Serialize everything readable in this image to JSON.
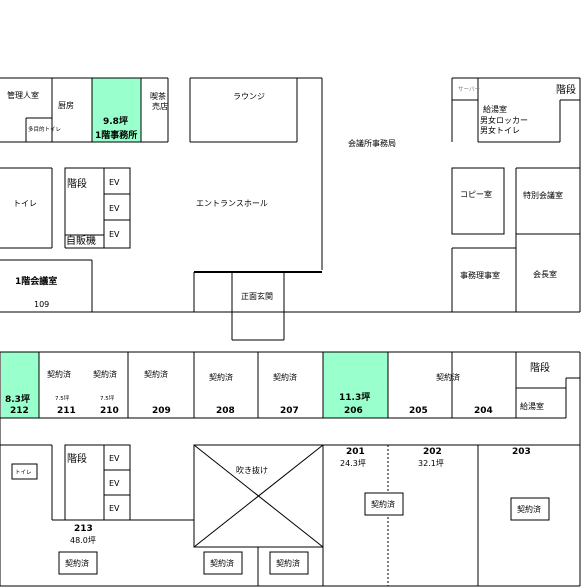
{
  "floor1": {
    "kanri": "管理人室",
    "chubo": "厨房",
    "tashoku_toilet": "多目的トイレ",
    "tenant_area": "9.8坪",
    "tenant_label": "1階事務所",
    "kissa_1": "喫茶",
    "kissa_2": "売店",
    "lounge": "ラウンジ",
    "server": "サーバー",
    "stairs_ne": "階段",
    "kyuto": "給湯室",
    "locker": "男女ロッカー",
    "toilet_mf": "男女トイレ",
    "office": "会議所事務局",
    "toilet": "トイレ",
    "stairs": "階段",
    "ev1": "EV",
    "ev2": "EV",
    "ev3": "EV",
    "vending": "自販機",
    "entrance_hall": "エントランスホール",
    "copy": "コピー室",
    "special_conf": "特別会議室",
    "conf_room": "1階会議室",
    "conf_no": "109",
    "main_entrance": "正面玄関",
    "jimukyoku_cho": "事務理事室",
    "kaicho": "会長室"
  },
  "floor2": {
    "r212_area": "8.3坪",
    "r212": "212",
    "r211_status": "契約済",
    "r211_area": "7.5坪",
    "r211": "211",
    "r210_status": "契約済",
    "r210_area": "7.5坪",
    "r210": "210",
    "r209_status": "契約済",
    "r209": "209",
    "r208_status": "契約済",
    "r208": "208",
    "r207_status": "契約済",
    "r207": "207",
    "r206_area": "11.3坪",
    "r206": "206",
    "r205_status": "契約済",
    "r205": "205",
    "r204": "204",
    "stairs_e": "階段",
    "kyuto": "給湯室",
    "toilet": "トイレ",
    "stairs": "階段",
    "ev1": "EV",
    "ev2": "EV",
    "ev3": "EV",
    "void": "吹き抜け",
    "r201": "201",
    "r201_area": "24.3坪",
    "r202": "202",
    "r202_area": "32.1坪",
    "r203": "203",
    "r201_status": "契約済",
    "r203_status": "契約済",
    "r213": "213",
    "r213_area": "48.0坪",
    "r213_status": "契約済",
    "void_s1_status": "契約済",
    "void_s2_status": "契約済"
  }
}
